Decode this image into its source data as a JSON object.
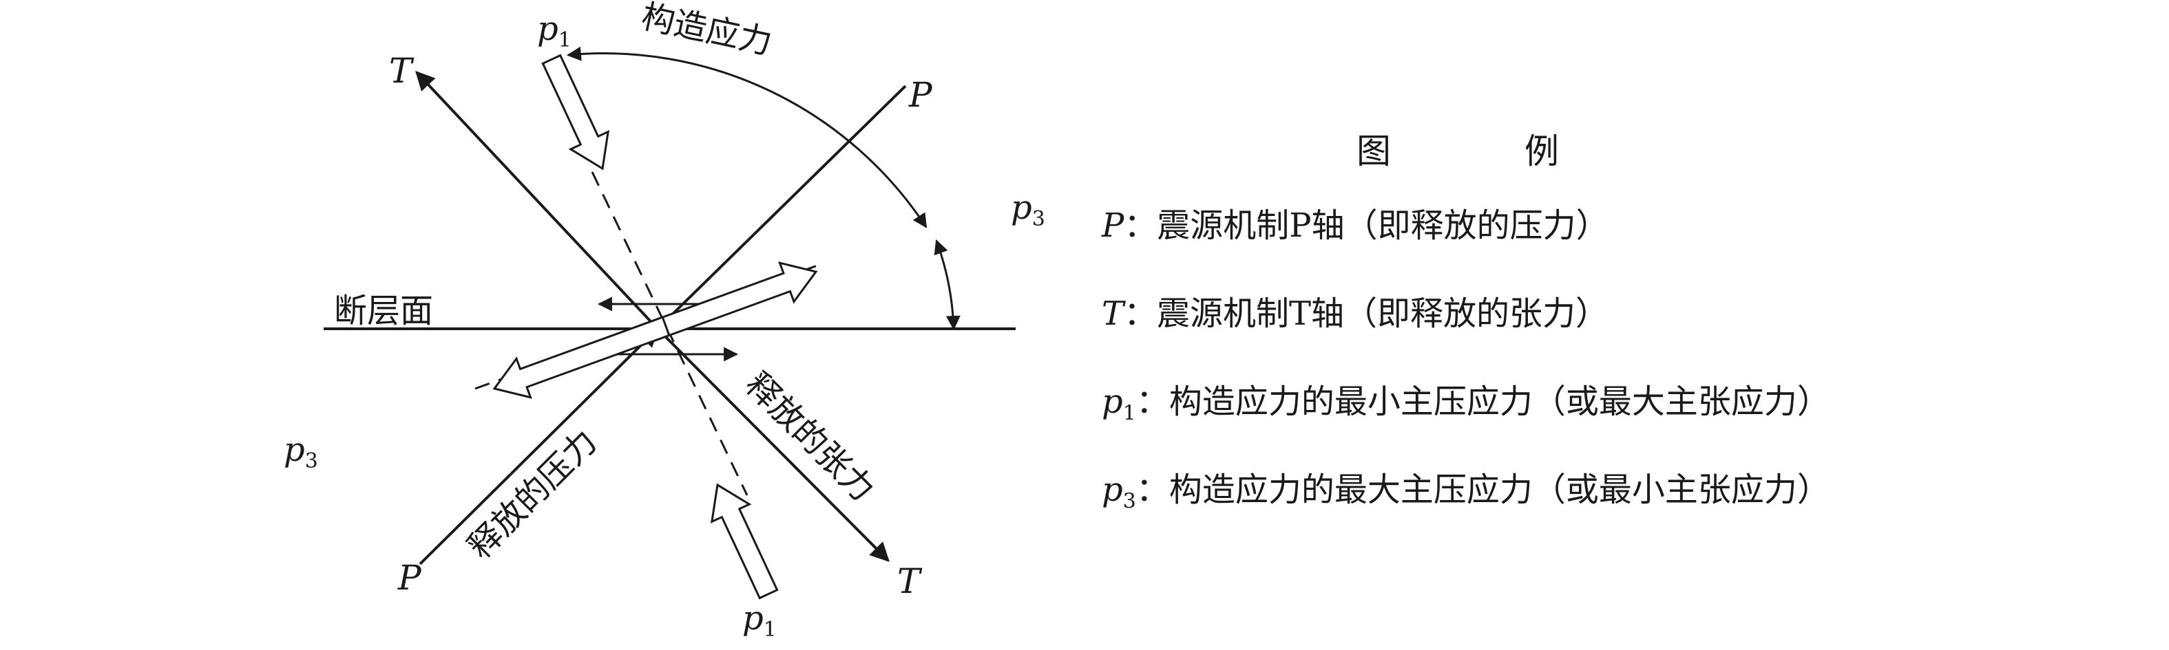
{
  "diagram": {
    "labels": {
      "t_top": "T",
      "t_bottom": "T",
      "p_top": "P",
      "p_bottom": "P",
      "p1_top": "p",
      "p1_top_sub": "1",
      "p1_bottom": "p",
      "p1_bottom_sub": "1",
      "p3_right": "p",
      "p3_right_sub": "3",
      "p3_left": "p",
      "p3_left_sub": "3",
      "tectonic_stress": "构造应力",
      "fault_plane": "断层面",
      "released_tension": "释放的张力",
      "released_pressure": "释放的压力"
    }
  },
  "legend": {
    "title": "图　例",
    "items": [
      {
        "symbol": "P",
        "sub": "",
        "text": "：震源机制P轴（即释放的压力）"
      },
      {
        "symbol": "T",
        "sub": "",
        "text": "：震源机制T轴（即释放的张力）"
      },
      {
        "symbol": "p",
        "sub": "1",
        "text": "：构造应力的最小主压应力（或最大主张应力）"
      },
      {
        "symbol": "p",
        "sub": "3",
        "text": "：构造应力的最大主压应力（或最小主张应力）"
      }
    ]
  }
}
